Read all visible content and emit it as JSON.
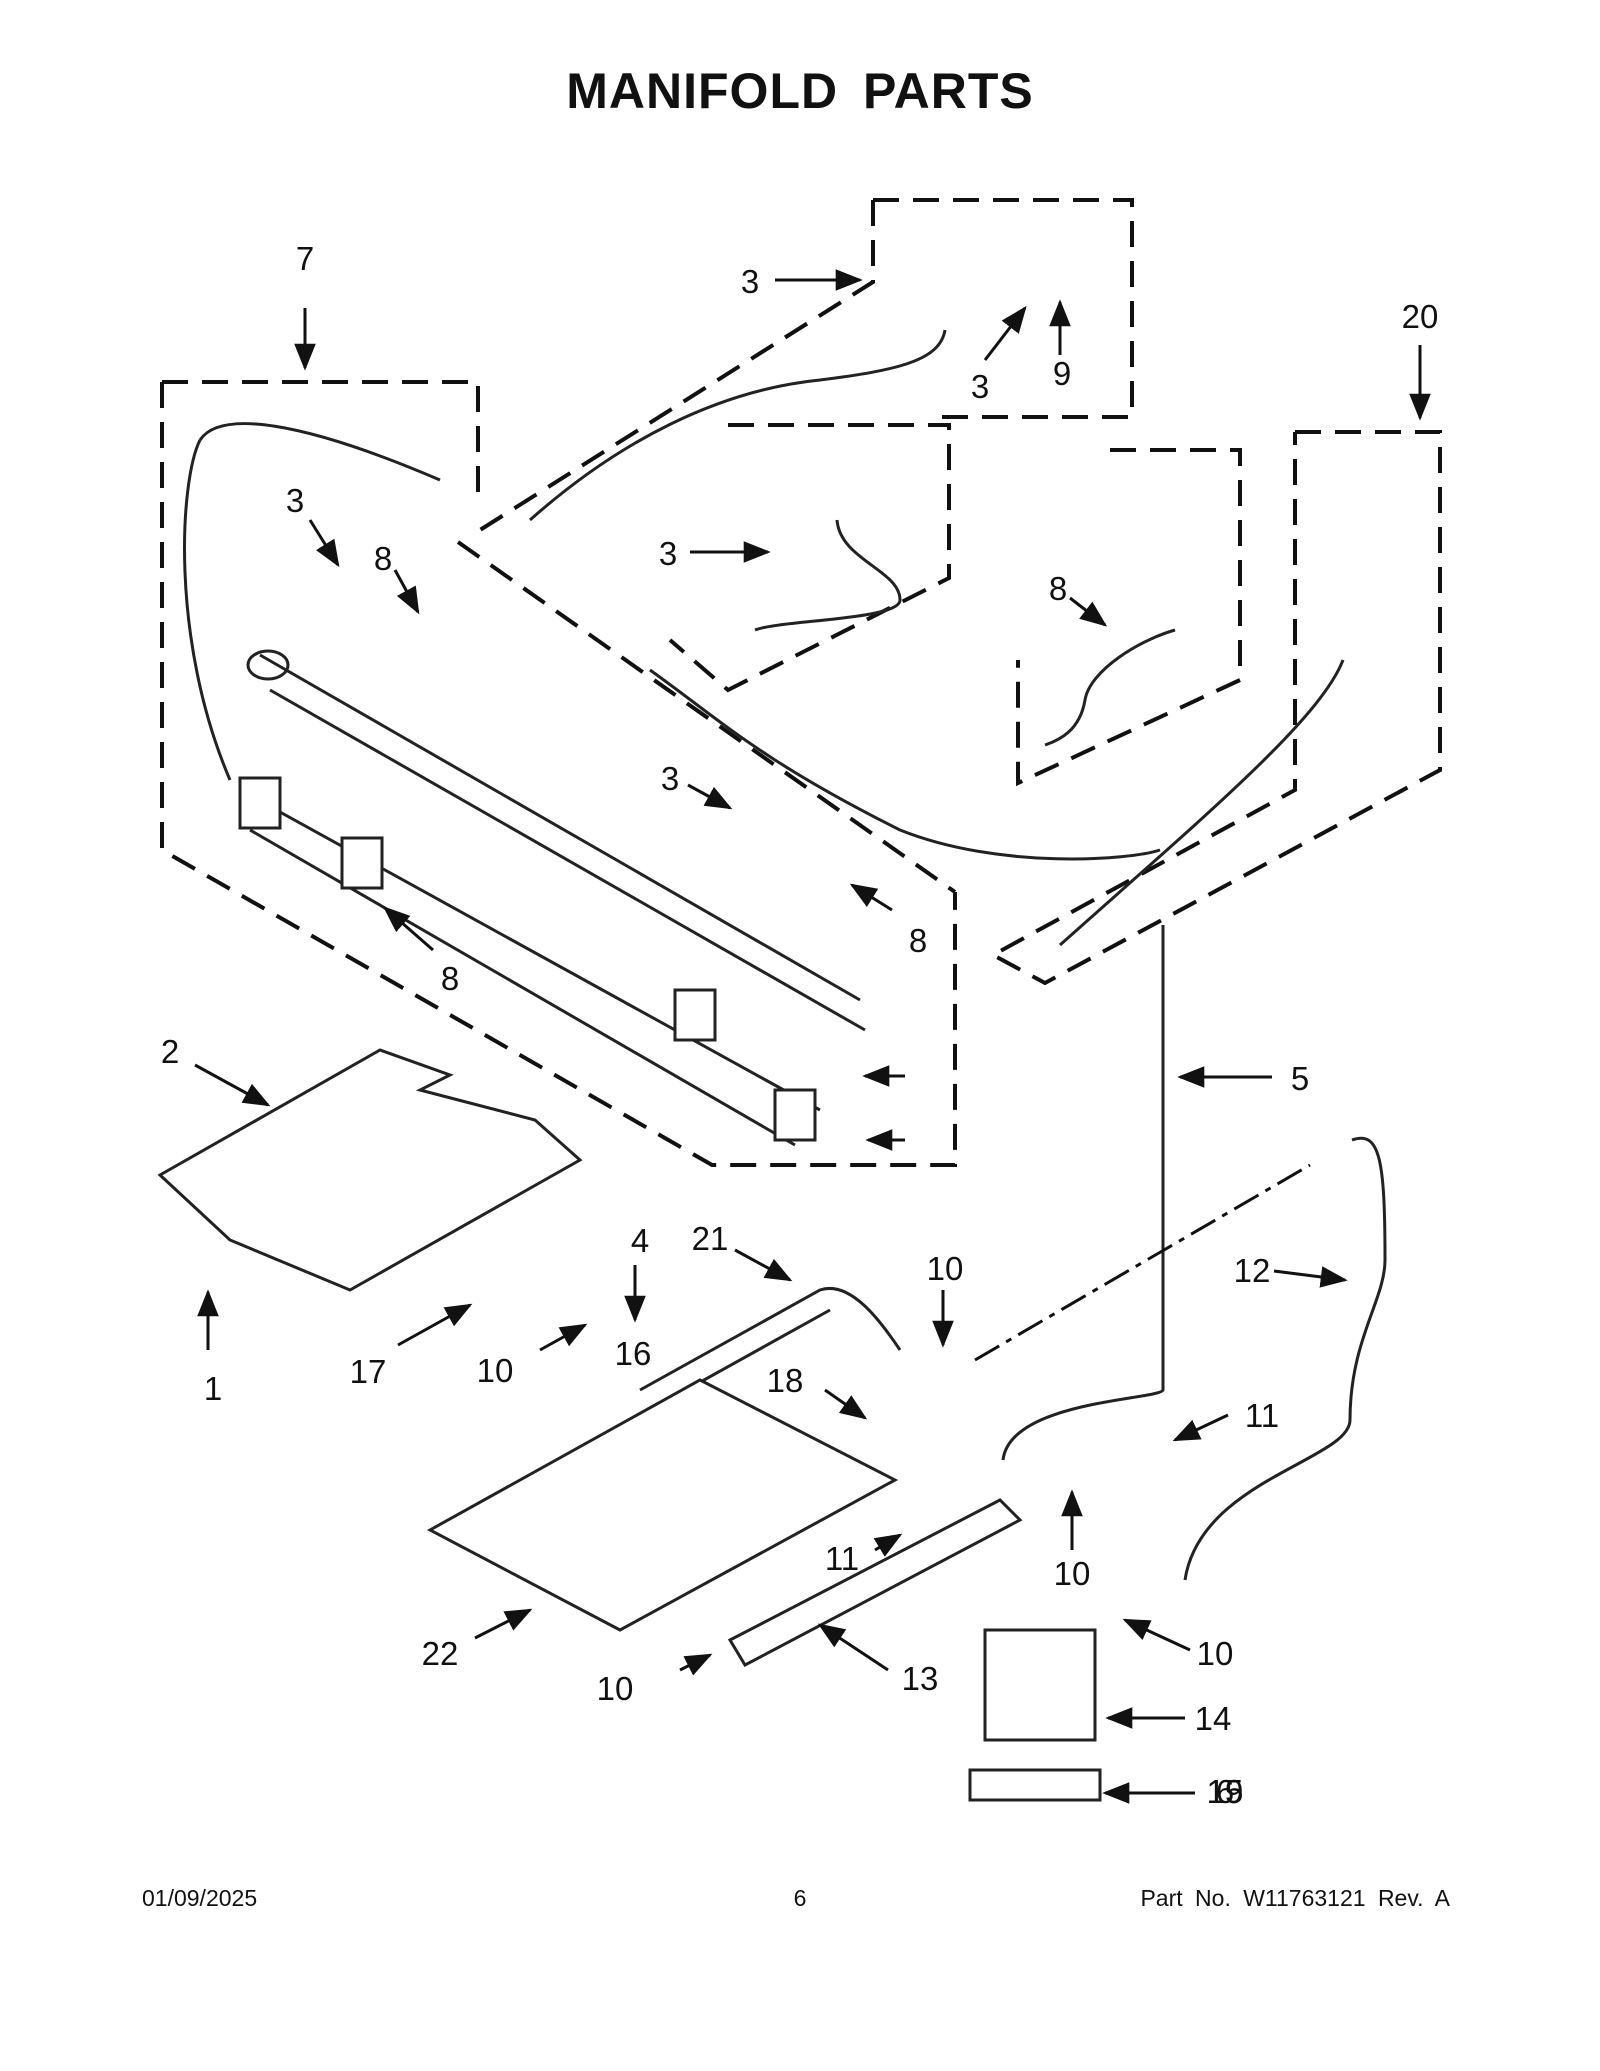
{
  "page_title": "MANIFOLD PARTS",
  "footer": {
    "date": "01/09/2025",
    "page_number": "6",
    "part_number": "Part No.  W11763121  Rev.  A"
  },
  "callouts": [
    "7",
    "3",
    "3",
    "9",
    "20",
    "3",
    "3",
    "8",
    "8",
    "3",
    "8",
    "8",
    "5",
    "2",
    "1",
    "4",
    "21",
    "10",
    "12",
    "18",
    "17",
    "10",
    "16",
    "11",
    "10",
    "11",
    "22",
    "10",
    "13",
    "10",
    "14",
    "19",
    "15",
    "6"
  ]
}
